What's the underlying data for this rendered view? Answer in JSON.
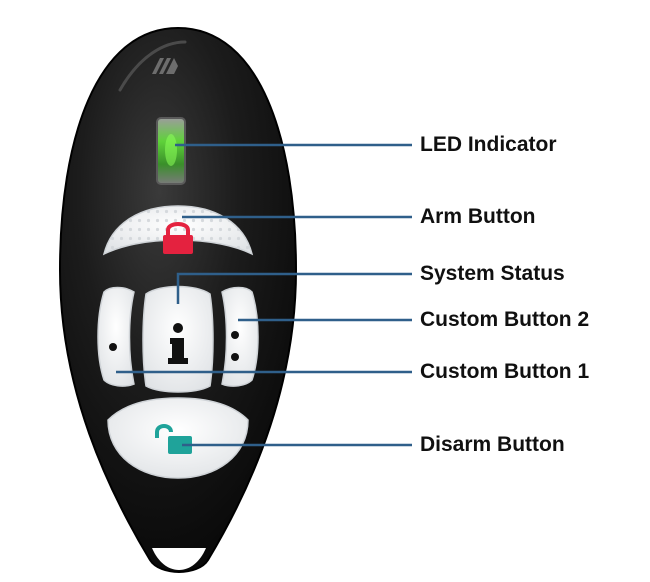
{
  "callouts": {
    "led": "LED Indicator",
    "arm": "Arm Button",
    "status": "System Status",
    "custom2": "Custom Button 2",
    "custom1": "Custom Button 1",
    "disarm": "Disarm Button"
  },
  "colors": {
    "body": "#141414",
    "button_face": "#f2f3f4",
    "led": "#5fd23a",
    "arm_lock": "#e4223f",
    "disarm_lock": "#1fa39a",
    "callout_line": "#2f5f8a",
    "text": "#101010"
  },
  "icons": {
    "brand": "brand-chevron-logo",
    "arm": "locked-padlock-icon",
    "disarm": "unlocked-padlock-icon",
    "status": "info-i-icon"
  }
}
